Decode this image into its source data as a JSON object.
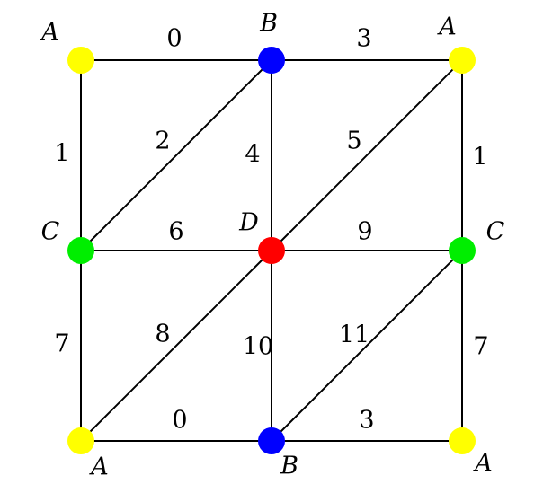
{
  "diagram": {
    "colors": {
      "A": "#ffff00",
      "B": "#0000ff",
      "C": "#00ee00",
      "D": "#ff0000",
      "edge": "#000000"
    },
    "vertices": [
      {
        "id": "top-left",
        "label": "A",
        "color_key": "A"
      },
      {
        "id": "top-middle",
        "label": "B",
        "color_key": "B"
      },
      {
        "id": "top-right",
        "label": "A",
        "color_key": "A"
      },
      {
        "id": "middle-left",
        "label": "C",
        "color_key": "C"
      },
      {
        "id": "center",
        "label": "D",
        "color_key": "D"
      },
      {
        "id": "middle-right",
        "label": "C",
        "color_key": "C"
      },
      {
        "id": "bottom-left",
        "label": "A",
        "color_key": "A"
      },
      {
        "id": "bottom-middle",
        "label": "B",
        "color_key": "B"
      },
      {
        "id": "bottom-right",
        "label": "A",
        "color_key": "A"
      }
    ],
    "edges": [
      {
        "from": "top-left",
        "to": "top-middle",
        "label": "0"
      },
      {
        "from": "top-middle",
        "to": "top-right",
        "label": "3"
      },
      {
        "from": "top-left",
        "to": "middle-left",
        "label": "1"
      },
      {
        "from": "middle-left",
        "to": "top-middle",
        "label": "2"
      },
      {
        "from": "top-middle",
        "to": "center",
        "label": "4"
      },
      {
        "from": "center",
        "to": "top-right",
        "label": "5"
      },
      {
        "from": "top-right",
        "to": "middle-right",
        "label": "1"
      },
      {
        "from": "middle-left",
        "to": "center",
        "label": "6"
      },
      {
        "from": "center",
        "to": "middle-right",
        "label": "9"
      },
      {
        "from": "middle-left",
        "to": "bottom-left",
        "label": "7"
      },
      {
        "from": "bottom-left",
        "to": "center",
        "label": "8"
      },
      {
        "from": "center",
        "to": "bottom-middle",
        "label": "10"
      },
      {
        "from": "bottom-middle",
        "to": "middle-right",
        "label": "11"
      },
      {
        "from": "middle-right",
        "to": "bottom-right",
        "label": "7"
      },
      {
        "from": "bottom-left",
        "to": "bottom-middle",
        "label": "0"
      },
      {
        "from": "bottom-middle",
        "to": "bottom-right",
        "label": "3"
      }
    ]
  }
}
